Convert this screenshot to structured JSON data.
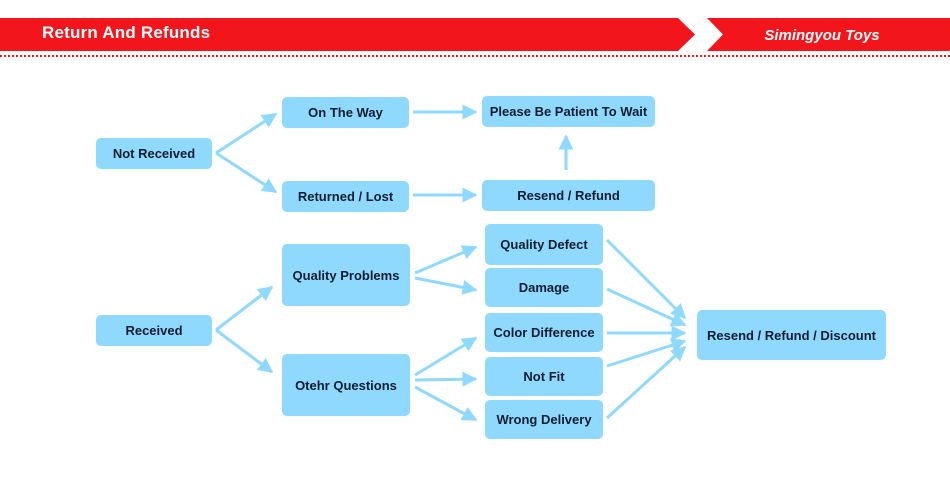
{
  "header": {
    "title": "Return And Refunds",
    "brand": "Simingyou Toys",
    "accent_color": "#f2151b"
  },
  "node_color": "#8fd9ff",
  "arrow_color": "#8fd9ff",
  "nodes": {
    "not_received": "Not Received",
    "on_the_way": "On The Way",
    "returned_lost": "Returned / Lost",
    "please_wait": "Please Be Patient To Wait",
    "resend_refund": "Resend / Refund",
    "received": "Received",
    "quality_problems": "Quality Problems",
    "other_questions": "Otehr Questions",
    "quality_defect": "Quality Defect",
    "damage": "Damage",
    "color_difference": "Color Difference",
    "not_fit": "Not Fit",
    "wrong_delivery": "Wrong Delivery",
    "resend_refund_discount": "Resend / Refund / Discount"
  }
}
